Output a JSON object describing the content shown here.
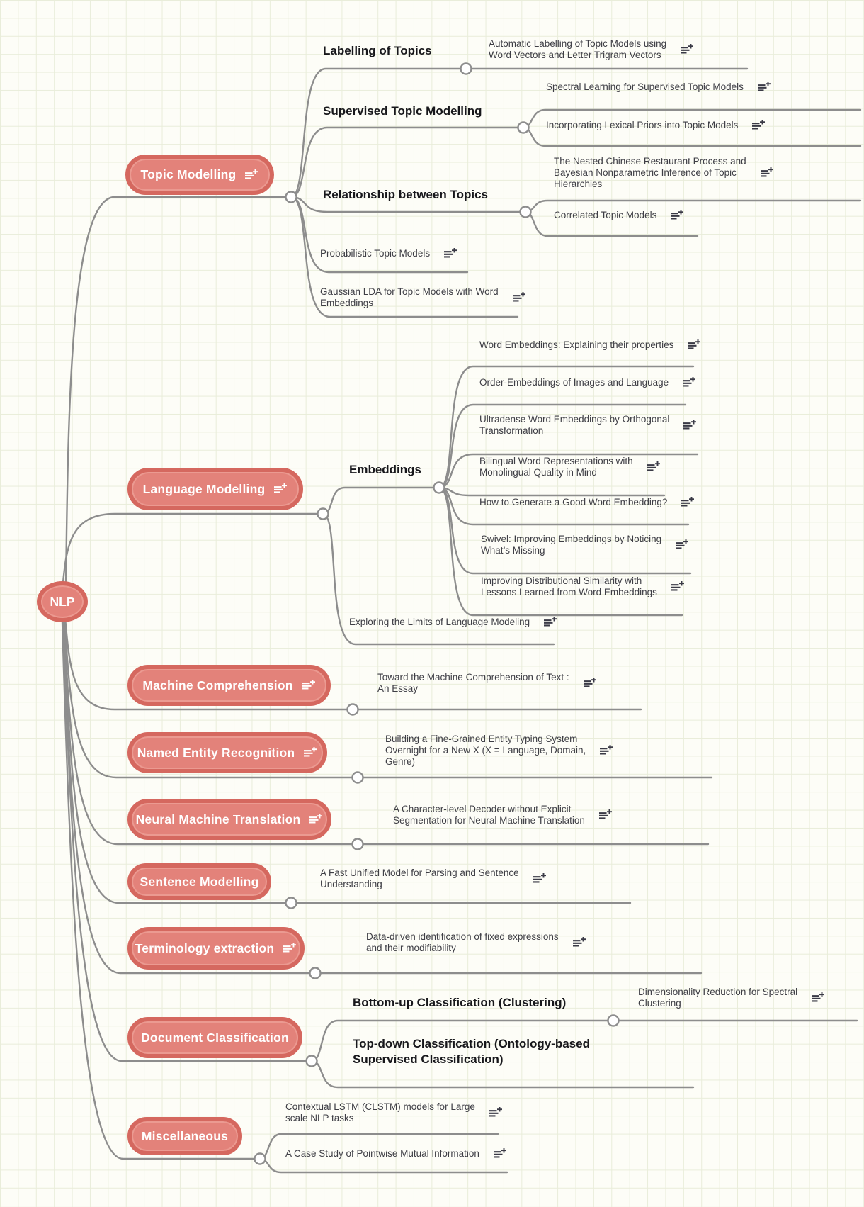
{
  "root": {
    "label": "NLP"
  },
  "colors": {
    "node_fill": "#E3827A",
    "node_border": "#D5685F",
    "node_inner_highlight": "#EB9A91",
    "node_text": "#FFFFFF",
    "connector": "#8D8D8D",
    "junction_fill": "#FFFFFF",
    "heading_text": "#17171B",
    "paper_text": "#3E3E45",
    "note_icon": "#3A3A46",
    "background": "#FDFDF7",
    "grid_line": "#E9EDDA"
  },
  "branches": [
    {
      "label": "Topic Modelling",
      "note_icon": true,
      "children": [
        {
          "kind": "topic",
          "label": "Labelling of Topics",
          "papers": [
            {
              "label": "Automatic Labelling of Topic Models using\nWord Vectors and Letter Trigram Vectors",
              "note_icon": true
            }
          ]
        },
        {
          "kind": "topic",
          "label": "Supervised Topic Modelling",
          "papers": [
            {
              "label": "Spectral Learning for Supervised Topic Models",
              "note_icon": true
            },
            {
              "label": "Incorporating Lexical Priors into Topic Models",
              "note_icon": true
            }
          ]
        },
        {
          "kind": "topic",
          "label": "Relationship between Topics",
          "papers": [
            {
              "label": "The Nested Chinese Restaurant Process and\nBayesian Nonparametric Inference of Topic\nHierarchies",
              "note_icon": true
            },
            {
              "label": "Correlated Topic Models",
              "note_icon": true
            }
          ]
        },
        {
          "kind": "paper",
          "label": "Probabilistic Topic Models",
          "note_icon": true
        },
        {
          "kind": "paper",
          "label": "Gaussian LDA for Topic Models with Word\nEmbeddings",
          "note_icon": true
        }
      ]
    },
    {
      "label": "Language Modelling",
      "note_icon": true,
      "children": [
        {
          "kind": "topic",
          "label": "Embeddings",
          "papers": [
            {
              "label": "Word Embeddings: Explaining their properties",
              "note_icon": true
            },
            {
              "label": "Order-Embeddings of Images and Language",
              "note_icon": true
            },
            {
              "label": "Ultradense Word Embeddings by Orthogonal\nTransformation",
              "note_icon": true
            },
            {
              "label": "Bilingual Word Representations with\nMonolingual Quality in Mind",
              "note_icon": true
            },
            {
              "label": "How to Generate a Good Word Embedding?",
              "note_icon": true
            },
            {
              "label": "Swivel: Improving Embeddings by Noticing\nWhat’s Missing",
              "note_icon": true
            },
            {
              "label": "Improving Distributional Similarity with\nLessons Learned from Word Embeddings",
              "note_icon": true
            }
          ]
        },
        {
          "kind": "paper",
          "label": "Exploring the Limits of Language Modeling",
          "note_icon": true
        }
      ]
    },
    {
      "label": "Machine Comprehension",
      "note_icon": true,
      "children": [
        {
          "kind": "paper",
          "label": "Toward the Machine Comprehension of Text :\nAn Essay",
          "note_icon": true
        }
      ]
    },
    {
      "label": "Named Entity Recognition",
      "note_icon": true,
      "children": [
        {
          "kind": "paper",
          "label": "Building a Fine-Grained Entity Typing System\nOvernight for a New X (X = Language, Domain,\nGenre)",
          "note_icon": true
        }
      ]
    },
    {
      "label": "Neural Machine Translation",
      "note_icon": true,
      "children": [
        {
          "kind": "paper",
          "label": "A Character-level Decoder without Explicit\nSegmentation for Neural Machine Translation",
          "note_icon": true
        }
      ]
    },
    {
      "label": "Sentence Modelling",
      "note_icon": false,
      "children": [
        {
          "kind": "paper",
          "label": "A Fast Unified Model for Parsing and Sentence\nUnderstanding",
          "note_icon": true
        }
      ]
    },
    {
      "label": "Terminology extraction",
      "note_icon": true,
      "children": [
        {
          "kind": "paper",
          "label": "Data-driven identification of  fixed expressions\nand their modifiability",
          "note_icon": true
        }
      ]
    },
    {
      "label": "Document Classification",
      "note_icon": false,
      "children": [
        {
          "kind": "topic",
          "label": "Bottom-up Classification (Clustering)",
          "papers": [
            {
              "label": "Dimensionality Reduction for Spectral\nClustering",
              "note_icon": true
            }
          ]
        },
        {
          "kind": "topic",
          "label": "Top-down Classification (Ontology-based\nSupervised Classification)",
          "papers": []
        }
      ]
    },
    {
      "label": "Miscellaneous",
      "note_icon": false,
      "children": [
        {
          "kind": "paper",
          "label": "Contextual LSTM (CLSTM) models for Large\nscale NLP tasks",
          "note_icon": true
        },
        {
          "kind": "paper",
          "label": "A Case Study of Pointwise Mutual Information",
          "note_icon": true
        }
      ]
    }
  ]
}
